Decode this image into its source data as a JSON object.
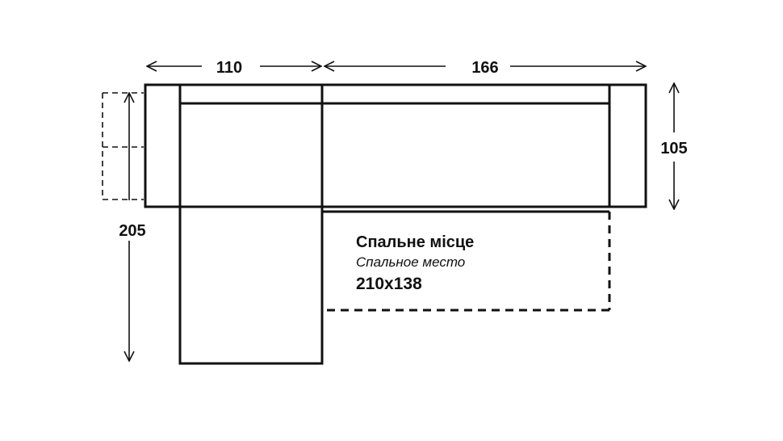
{
  "dimensions": {
    "chaise_width": "110",
    "main_width": "166",
    "back_depth": "105",
    "total_depth": "205"
  },
  "sleeping_area": {
    "title_uk": "Спальне місце",
    "title_ru": "Спальное место",
    "size": "210x138"
  },
  "colors": {
    "line": "#111111",
    "background": "#ffffff"
  }
}
